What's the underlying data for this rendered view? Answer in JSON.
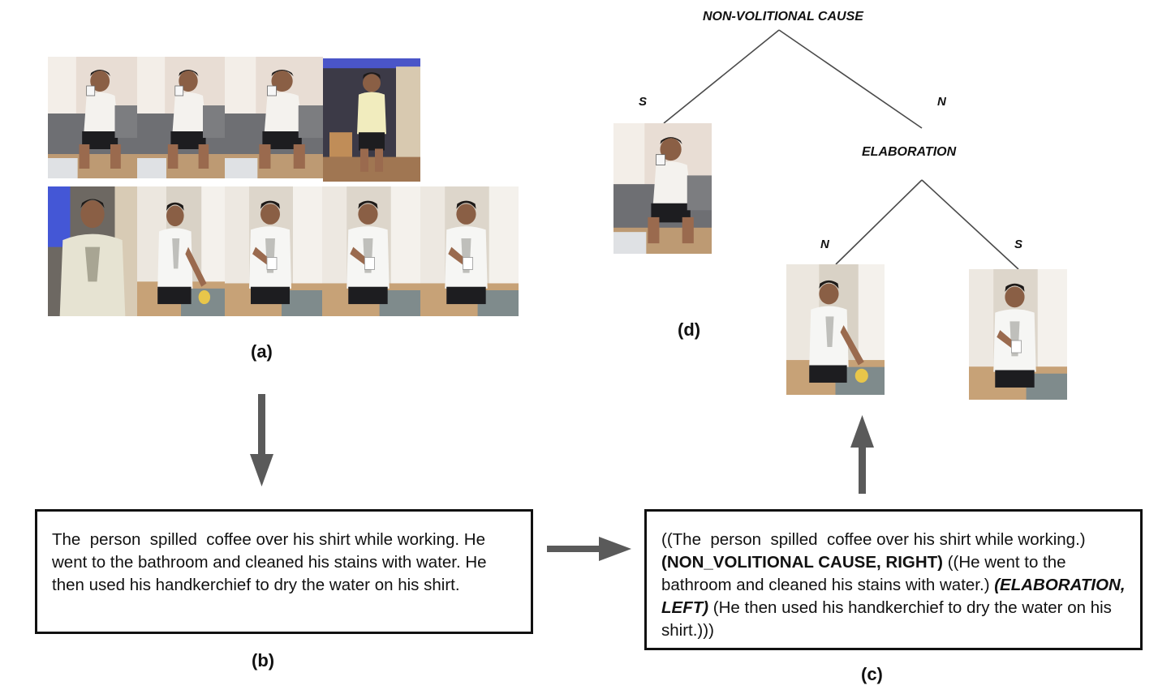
{
  "panel_labels": {
    "a": "(a)",
    "b": "(b)",
    "c": "(c)",
    "d": "(d)"
  },
  "text_b": "The  person  spilled  coffee over his shirt while working. He went to the bathroom and cleaned his stains with water. He then used his handkerchief to dry the water on his shirt.",
  "text_c": {
    "seg1": "((The  person  spilled  coffee over his shirt while working.) ",
    "rel1": "(NON_VOLITIONAL CAUSE, RIGHT)",
    "seg2": " ((He went to the bathroom and cleaned his stains with water.) ",
    "rel2": "(ELABORATION, LEFT)",
    "seg3": " (He then used his handkerchief to dry the water on his shirt.)))"
  },
  "tree": {
    "root": "NON-VOLITIONAL CAUSE",
    "root_left": "S",
    "root_right": "N",
    "child": "ELABORATION",
    "child_left": "N",
    "child_right": "S"
  },
  "colors": {
    "arrow": "#5a5a5a",
    "text": "#111111",
    "border": "#111111"
  },
  "video_frames": {
    "row1": [
      "drinking-coffee",
      "drinking-coffee",
      "spilling-coffee",
      "standing-stained-shirt"
    ],
    "row2": [
      "standing-stained-shirt",
      "washing-at-sink",
      "washing-at-sink",
      "drying-shirt",
      "drying-shirt"
    ]
  }
}
